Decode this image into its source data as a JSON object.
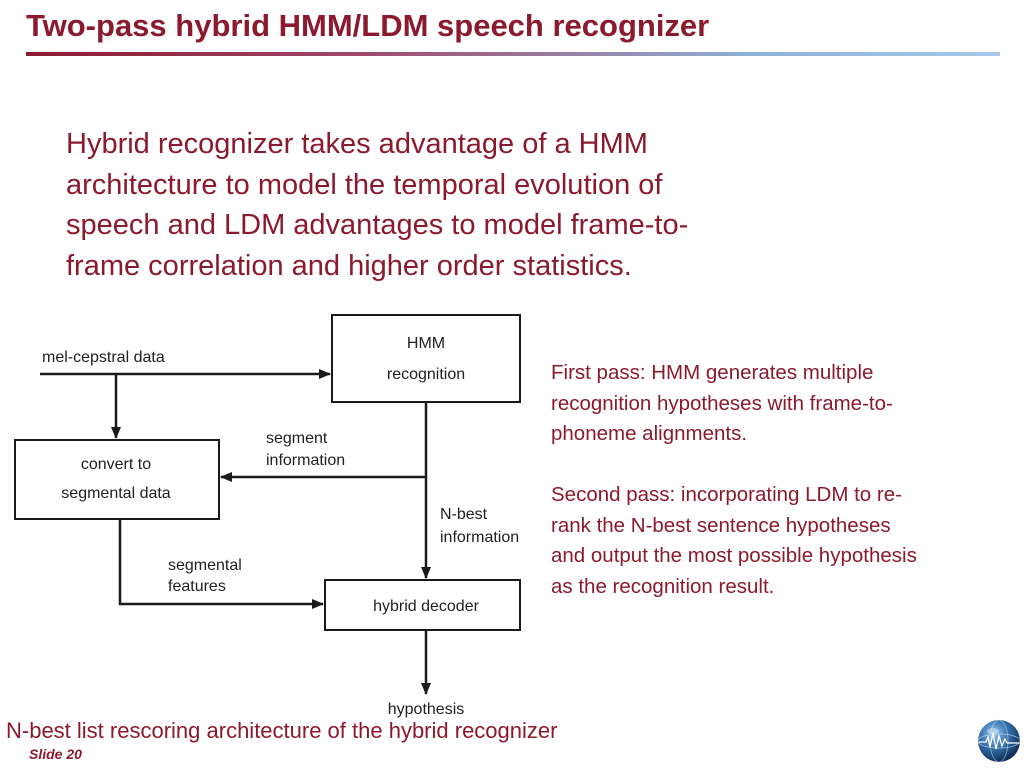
{
  "slide": {
    "title": "Two-pass hybrid HMM/LDM speech recognizer",
    "intro_lines": [
      "Hybrid recognizer takes advantage of a HMM",
      "architecture to model the temporal evolution of",
      "speech and LDM advantages to model frame-to-",
      "frame correlation and higher order statistics."
    ],
    "diagram": {
      "input_label": "mel-cepstral data",
      "hmm_box": [
        "HMM",
        "recognition"
      ],
      "convert_box": [
        "convert to",
        "segmental data"
      ],
      "decoder_box": "hybrid decoder",
      "segment_info_label": [
        "segment",
        "information"
      ],
      "nbest_label": [
        "N-best",
        "information"
      ],
      "segmental_features_label": [
        "segmental",
        "features"
      ],
      "output_label": "hypothesis"
    },
    "notes": {
      "first_pass_lines": [
        "First pass: HMM generates multiple",
        "recognition hypotheses  with frame-to-",
        "phoneme alignments."
      ],
      "second_pass_lines": [
        "Second pass: incorporating LDM to re-",
        "rank the N-best sentence hypotheses",
        "and output the most possible hypothesis",
        "as the recognition result."
      ]
    },
    "caption": "N-best list rescoring architecture of the hybrid recognizer",
    "slide_number": "Slide 20",
    "colors": {
      "text": "#8B1A2E",
      "diagram_line": "#1A1A1A"
    },
    "logo_icon": "globe-logo-icon"
  }
}
